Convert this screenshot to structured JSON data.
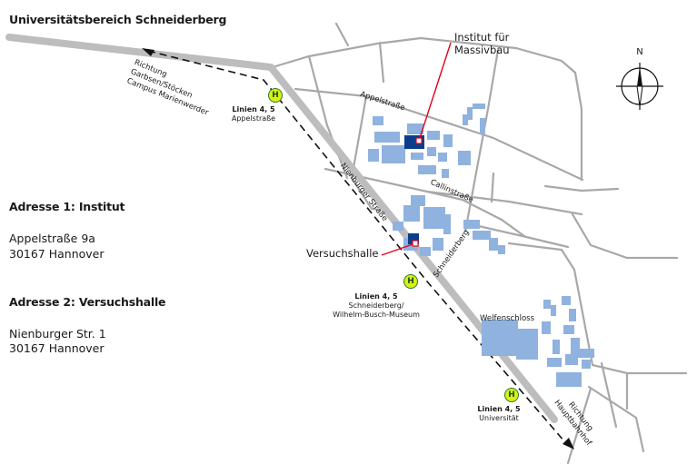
{
  "title": "Universitätsbereich Schneiderberg",
  "address1": {
    "heading": "Adresse 1: Institut",
    "street": "Appelstraße 9a",
    "city": "30167 Hannover"
  },
  "address2": {
    "heading": "Adresse 2: Versuchshalle",
    "street": "Nienburger Str. 1",
    "city": "30167 Hannover"
  },
  "callouts": {
    "institut_line1": "Institut für",
    "institut_line2": "Massivbau",
    "versuchshalle": "Versuchshalle"
  },
  "streets": {
    "appelstrasse": "Appelstraße",
    "callinstrasse": "Callinstraße",
    "nienburger": "Nienburger Straße",
    "schneiderberg": "Schneiderberg"
  },
  "places": {
    "welfenschloss": "Welfenschloss"
  },
  "directions": {
    "northwest": [
      "Richtung",
      "Garbsen/Stöcken",
      "Campus Marienwerder"
    ],
    "southeast": [
      "Richtung",
      "Hauptbahnhof"
    ]
  },
  "stops": [
    {
      "symbol": "H",
      "lines": "Linien 4, 5",
      "name": "Appelstraße"
    },
    {
      "symbol": "H",
      "lines": "Linien 4, 5",
      "name_line1": "Schneiderberg/",
      "name_line2": "Wilhelm-Busch-Museum"
    },
    {
      "symbol": "H",
      "lines": "Linien 4, 5",
      "name": "Universität"
    }
  ],
  "compass": {
    "label": "N"
  },
  "colors": {
    "street": "#a6a6a6",
    "main_road": "#bdbdbd",
    "building": "#8fb2df",
    "highlight": "#0b3d8c",
    "callout": "#e3001b",
    "stop_fill": "#d8f014",
    "stop_border": "#2c7a2c",
    "tram_line": "#111111"
  }
}
